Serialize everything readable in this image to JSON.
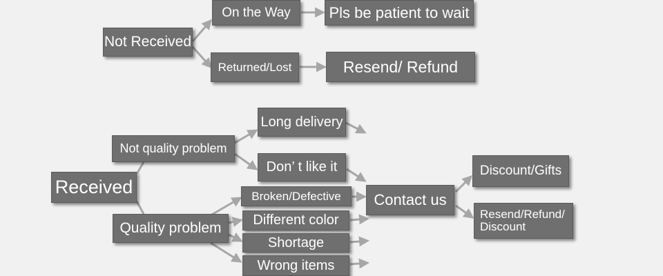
{
  "nodes": {
    "not_received": "Not Received",
    "on_the_way": "On the Way",
    "pls_wait": "Pls be patient to wait",
    "returned_lost": "Returned/Lost",
    "resend_refund": "Resend/ Refund",
    "received": "Received",
    "not_quality": "Not quality problem",
    "long_delivery": "Long delivery",
    "dont_like": "Don’ t like it",
    "quality_problem": "Quality problem",
    "broken_defective": "Broken/Defective",
    "different_color": "Different color",
    "shortage": "Shortage",
    "wrong_items": "Wrong items",
    "contact_us": "Contact us",
    "discount_gifts": "Discount/Gifts",
    "resend_refund_discount_1": "Resend/Refund/",
    "resend_refund_discount_2": "Discount"
  },
  "colors": {
    "background": "#f1f1f1",
    "box": "#6f6f6f",
    "arrow": "#a6a6a6",
    "text": "#ffffff"
  }
}
